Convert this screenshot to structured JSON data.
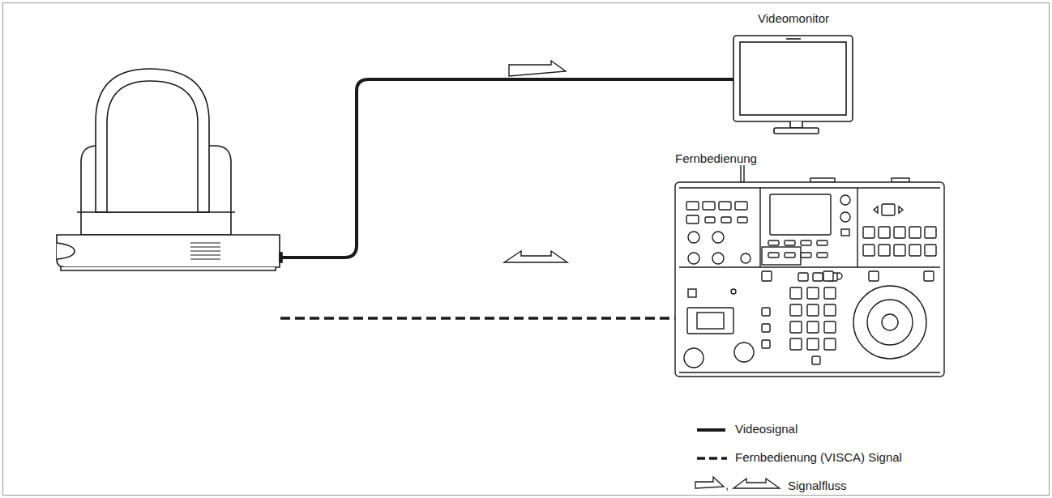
{
  "diagram": {
    "nodes": [
      {
        "text": [
          "Videomonitor"
        ]
      },
      {
        "text": [
          "Fernbedienung"
        ]
      }
    ],
    "labels": [
      ","
    ],
    "legend": [
      {
        "text": "Videosignal"
      },
      {
        "text": "Fernbedienung (VISCA) Signal"
      },
      {
        "text": "Signalfluss"
      }
    ]
  }
}
